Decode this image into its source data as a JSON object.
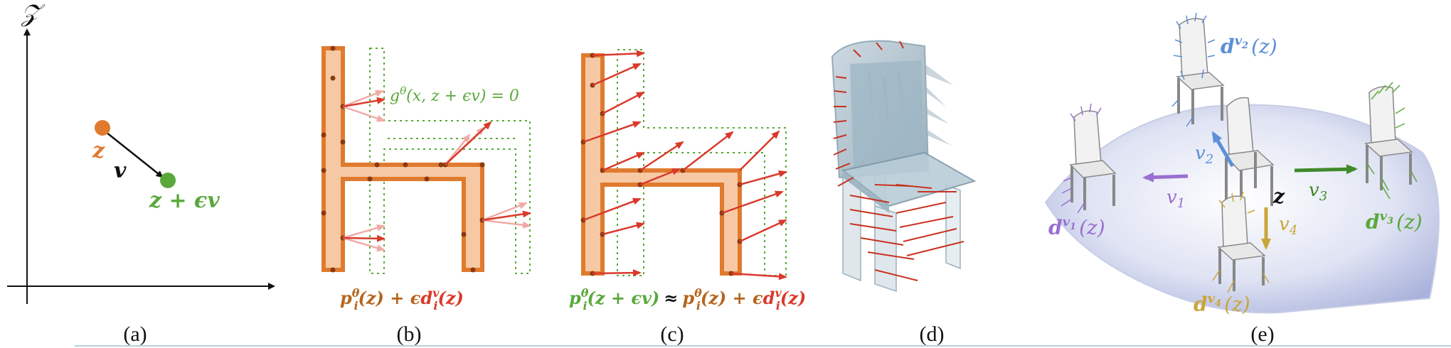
{
  "colors": {
    "orange": "#e07a2e",
    "orange_fill": "#f6c9a4",
    "green": "#5aa83a",
    "red": "#d93a2b",
    "pink": "#f2aaa6",
    "black": "#111111",
    "blue_d": "#5b8fd8",
    "purple_d": "#9a6fd0",
    "olive_d": "#c9a63a",
    "green_d": "#5aa83a"
  },
  "panel_a": {
    "axis_label": "𝒵",
    "point_z": "z",
    "vector_v": "v",
    "point_z_eps": "z + ϵv",
    "caption": "(a)"
  },
  "panel_b": {
    "constraint": "g",
    "constraint_sup": "θ",
    "constraint_args": "(x, z + ϵv) = 0",
    "formula_p": "p",
    "formula_p_sup": "θ",
    "formula_p_sub": "i",
    "formula_p_arg": "(z) + ϵ",
    "formula_d": "d",
    "formula_d_sup": "v",
    "formula_d_sub": "i",
    "formula_d_arg": "(z)",
    "caption": "(b)"
  },
  "panel_c": {
    "lhs_p": "p",
    "lhs_sup": "θ",
    "lhs_sub": "i",
    "lhs_arg": "(z + ϵv)",
    "approx": "≈",
    "rhs_p": "p",
    "rhs_sup": "θ",
    "rhs_sub": "i",
    "rhs_arg": "(z) + ϵ",
    "rhs_d": "d",
    "rhs_d_sup": "v",
    "rhs_d_sub": "i",
    "rhs_d_arg": "(z)",
    "caption": "(c)"
  },
  "panel_d": {
    "caption": "(d)"
  },
  "panel_e": {
    "d": "d",
    "z_center": "z",
    "labels": [
      {
        "id": "v1",
        "vec": "v",
        "sub": "1"
      },
      {
        "id": "v2",
        "vec": "v",
        "sub": "2"
      },
      {
        "id": "v3",
        "vec": "v",
        "sub": "3"
      },
      {
        "id": "v4",
        "vec": "v",
        "sub": "4"
      }
    ],
    "dirs": [
      {
        "id": "d1",
        "sup_v": "v",
        "sup_sub": "1",
        "arg": "(z)"
      },
      {
        "id": "d2",
        "sup_v": "v",
        "sup_sub": "2",
        "arg": "(z)"
      },
      {
        "id": "d3",
        "sup_v": "v",
        "sup_sub": "3",
        "arg": "(z)"
      },
      {
        "id": "d4",
        "sup_v": "v",
        "sup_sub": "4",
        "arg": "(z)"
      }
    ],
    "caption": "(e)"
  }
}
